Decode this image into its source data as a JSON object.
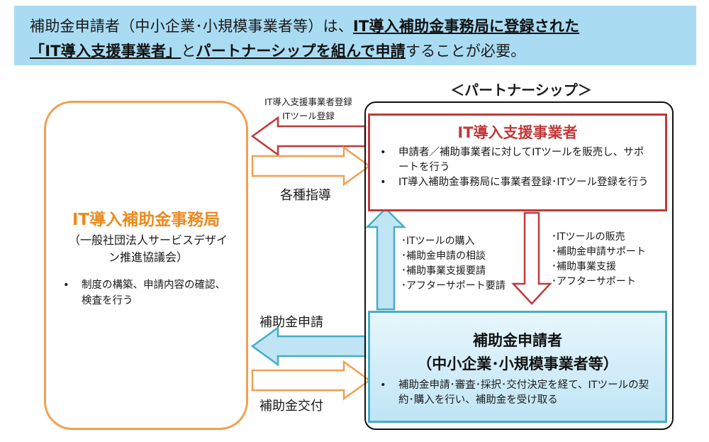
{
  "header": {
    "l1_plain": "補助金申請者（中小企業･小規模事業者等）は、",
    "l1_em": "IT導入補助金事務局に登録された",
    "l2_em1": "「IT導入支援事業者」",
    "l2_plain1": "と",
    "l2_em2": "パートナーシップを組んで申請",
    "l2_plain2": "することが必要。"
  },
  "partnership_label": "＜パートナーシップ＞",
  "office": {
    "title": "IT導入補助金事務局",
    "subtitle": "（一般社団法人サービスデザイン推進協議会）",
    "bullet": "制度の構築、申請内容の確認、検査を行う"
  },
  "vendor": {
    "title": "IT導入支援事業者",
    "bullets": [
      "申請者／補助事業者に対してITツールを販売し、サポートを行う",
      "IT導入補助金事務局に事業者登録･ITツール登録を行う"
    ]
  },
  "applicant": {
    "title": "補助金申請者",
    "subtitle": "（中小企業･小規模事業者等）",
    "bullet": "補助金申請･審査･採択･交付決定を経て、ITツールの契約･購入を行い、補助金を受け取る"
  },
  "flows": {
    "registration_1": "IT導入支援事業者登録",
    "registration_2": "ITツール登録",
    "guidance": "各種指導",
    "apply": "補助金申請",
    "grant": "補助金交付"
  },
  "applicant_to_vendor": [
    "･ITツールの購入",
    "･補助金申請の相談",
    "･補助事業支援要請",
    "･アフターサポート要請"
  ],
  "vendor_to_applicant": [
    "･ITツールの販売",
    "･補助金申請サポート",
    "･補助事業支援",
    "･アフターサポート"
  ],
  "bullet_glyph": "•",
  "colors": {
    "banner": "#a9dcf3",
    "office_orange": "#ee8a1e",
    "vendor_red": "#c0393b",
    "applicant_blue": "#48acc6"
  }
}
